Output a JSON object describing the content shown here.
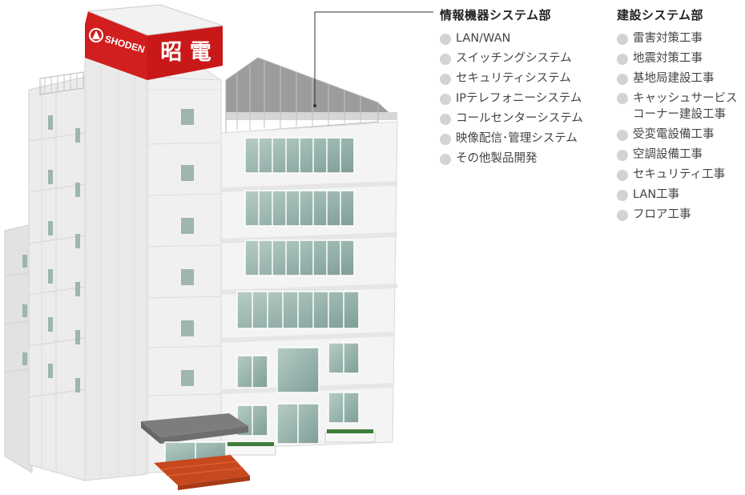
{
  "sign": {
    "brand_text": "SHODEN",
    "kanji": "昭 電"
  },
  "info_equipment": {
    "title": "情報機器システム部",
    "items": [
      "LAN/WAN",
      "スイッチングシステム",
      "セキュリティシステム",
      "IPテレフォニーシステム",
      "コールセンターシステム",
      "映像配信･管理システム",
      "その他製品開発"
    ]
  },
  "construction": {
    "title": "建設システム部",
    "items": [
      "雷害対策工事",
      "地震対策工事",
      "基地局建設工事",
      "キャッシュサービス\nコーナー建設工事",
      "受変電設備工事",
      "空調設備工事",
      "セキュリティ工事",
      "LAN工事",
      "フロア工事"
    ]
  },
  "colors": {
    "sign_red": "#d21e1e",
    "glass": "#9ab3ad",
    "awning": "#888888",
    "steps": "#c8481e"
  }
}
